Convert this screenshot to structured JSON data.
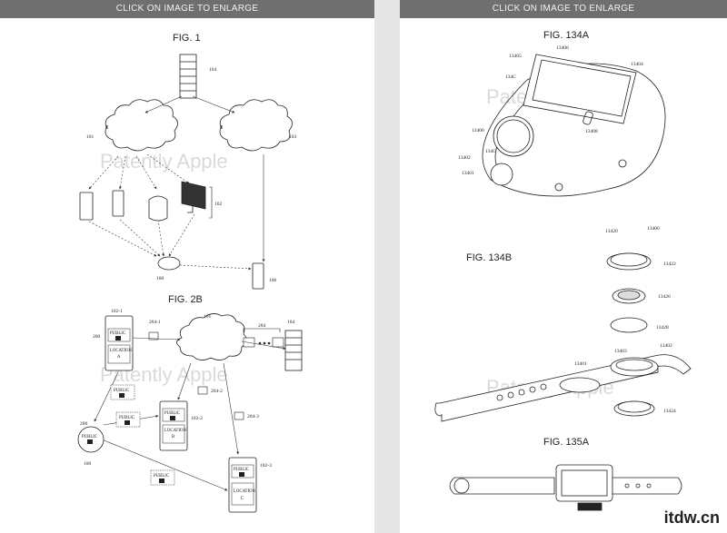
{
  "left_panel": {
    "banner": "CLICK ON IMAGE TO ENLARGE",
    "watermark": "Patently Apple",
    "fig1": {
      "title": "FIG. 1",
      "refs": {
        "server": "104",
        "cloud_left": "101",
        "cloud_right": "103",
        "devices": "102",
        "hub": "100",
        "remote": "106"
      }
    },
    "fig2b": {
      "title": "FIG. 2B",
      "refs": {
        "d1": "102-1",
        "d1_pointer": "200",
        "cloud": "101",
        "msg1": "204-1",
        "msgs": "204",
        "server": "104",
        "msg2": "204-2",
        "msg3": "204-3",
        "d2": "102-2",
        "d3": "102-3",
        "hub": "100",
        "hub_pointer": "200"
      },
      "public": "PUBLIC",
      "location_a": [
        "LOCATION",
        "A"
      ],
      "location_b": [
        "LOCATION",
        "B"
      ],
      "location_c": [
        "LOCATION",
        "C"
      ]
    }
  },
  "right_panel": {
    "banner": "CLICK ON IMAGE TO ENLARGE",
    "watermark": "Patently Apple",
    "fig134a": {
      "title": "FIG. 134A",
      "refs": {
        "r13406": "13406",
        "r13405": "13405",
        "r13404": "13404",
        "r13400": "13400",
        "r134c1": "134C",
        "r13408": "13408",
        "r134c2": "134C",
        "r13402": "13402",
        "r13401": "13401"
      }
    },
    "fig134b": {
      "title": "FIG. 134B",
      "refs": {
        "r13420": "13420",
        "r13400": "13400",
        "r13422": "13422",
        "r13426": "13426",
        "r13428": "13428",
        "r13403": "13403",
        "r13402": "13402",
        "r13401": "13401",
        "r13424": "13424"
      }
    },
    "fig135a": {
      "title": "FIG. 135A"
    },
    "site_mark": "itdw.cn"
  }
}
